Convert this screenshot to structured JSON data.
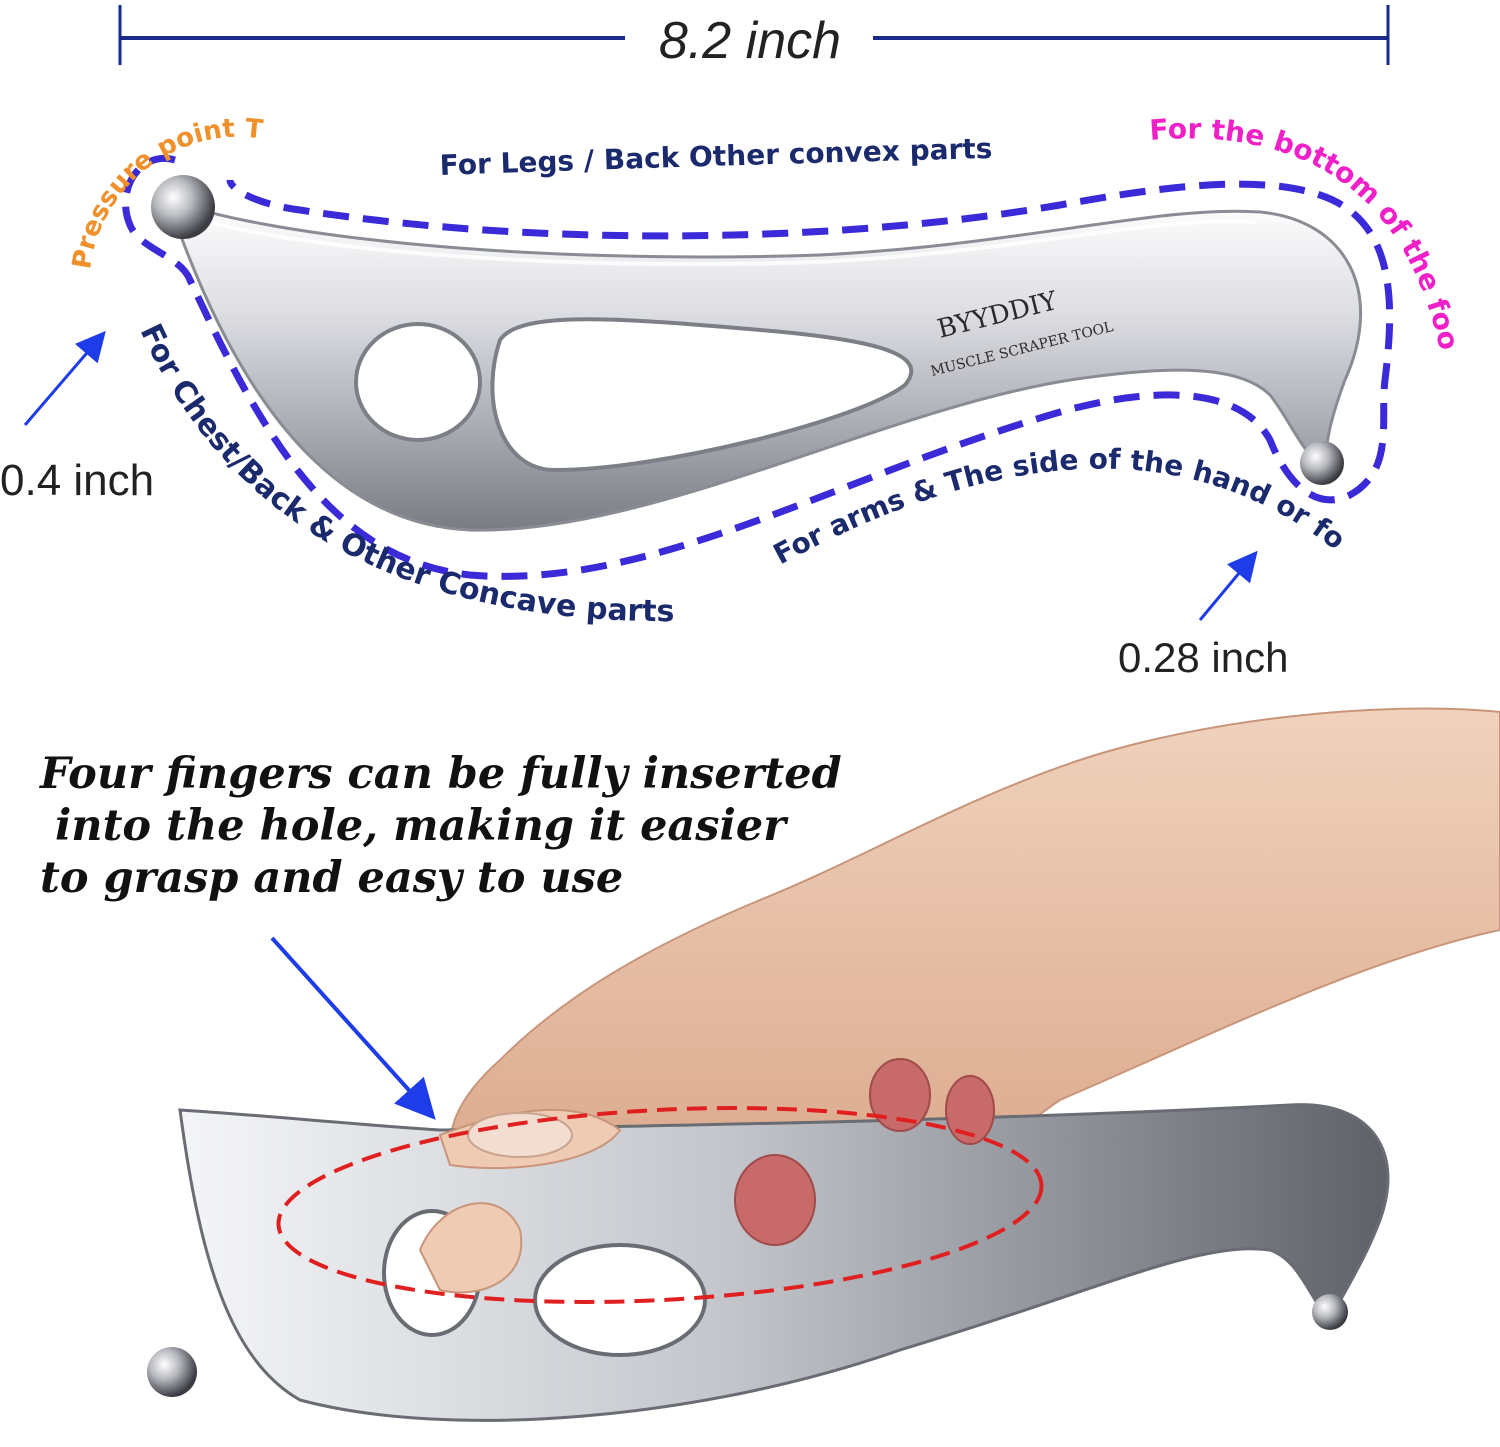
{
  "measurements": {
    "length": "8.2 inch",
    "ball_large": "0.4 inch",
    "ball_small": "0.28 inch"
  },
  "labels": {
    "pressure_point": "Pressure point Therapy",
    "convex": "For Legs / Back Other convex parts",
    "foot_bottom": "For the bottom of the foot",
    "concave": "For Chest/Back  & Other Concave parts",
    "arms": "For arms & The side of the hand or foot"
  },
  "engraving": {
    "brand": "BYYDDIY",
    "subtitle": "MUSCLE SCRAPER TOOL"
  },
  "caption": {
    "lines": [
      "Four fingers can be fully inserted",
      " into the hole, making it easier",
      "to grasp and easy to use"
    ]
  },
  "colors": {
    "navy": "#1a2a6c",
    "orange": "#f0902a",
    "magenta": "#f020c8",
    "dashed_outline": "#3a2ad8",
    "arrow_blue": "#1e3ce8",
    "red_dashed": "#e02020",
    "steel_light": "#f2f3f5",
    "steel_dark": "#6e7078",
    "skin": "#e9c1a6"
  }
}
